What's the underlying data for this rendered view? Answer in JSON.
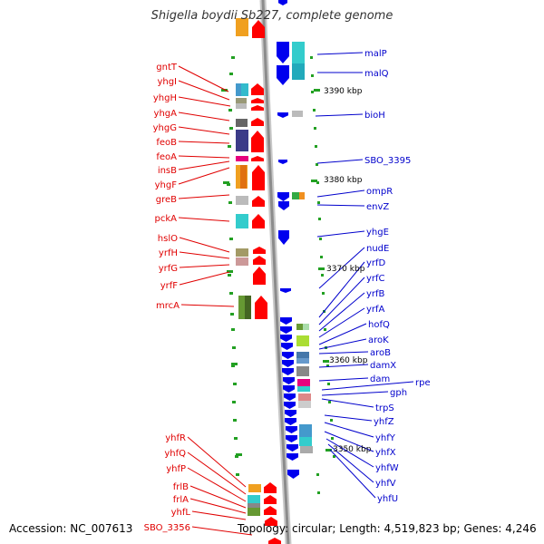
{
  "title": "Shigella boydii Sb227, complete genome",
  "footer": {
    "accession": "Accession: NC_007613",
    "summary": "Topology: circular; Length: 4,519,823 bp; Genes: 4,246"
  },
  "colors": {
    "reverse_label": "#e00000",
    "forward_label": "#0000cc",
    "reverse_arrow": "#ff0000",
    "forward_arrow": "#0000ee",
    "backbone": "#8c8c8c",
    "tick": "#22a022"
  },
  "scale_labels": [
    {
      "text": "3390 kbp"
    },
    {
      "text": "3380 kbp"
    },
    {
      "text": "3370 kbp"
    },
    {
      "text": "3360 kbp"
    },
    {
      "text": "3350 kbp"
    }
  ],
  "left_genes": [
    "gntT",
    "yhgI",
    "yhgH",
    "yhgA",
    "yhgG",
    "feoB",
    "feoA",
    "insB",
    "yhgF",
    "greB",
    "pckA",
    "hslO",
    "yrfH",
    "yrfG",
    "yrfF",
    "mrcA",
    "yhfR",
    "yhfQ",
    "yhfP",
    "frlB",
    "frlA",
    "yhfL",
    "SBO_3356"
  ],
  "right_genes": [
    "malP",
    "malQ",
    "bioH",
    "SBO_3395",
    "ompR",
    "envZ",
    "yhgE",
    "nudE",
    "yrfD",
    "yrfC",
    "yrfB",
    "yrfA",
    "hofQ",
    "aroK",
    "aroB",
    "damX",
    "dam",
    "rpe",
    "gph",
    "trpS",
    "yhfZ",
    "yhfY",
    "yhfX",
    "yhfW",
    "yhfV",
    "yhfU"
  ]
}
